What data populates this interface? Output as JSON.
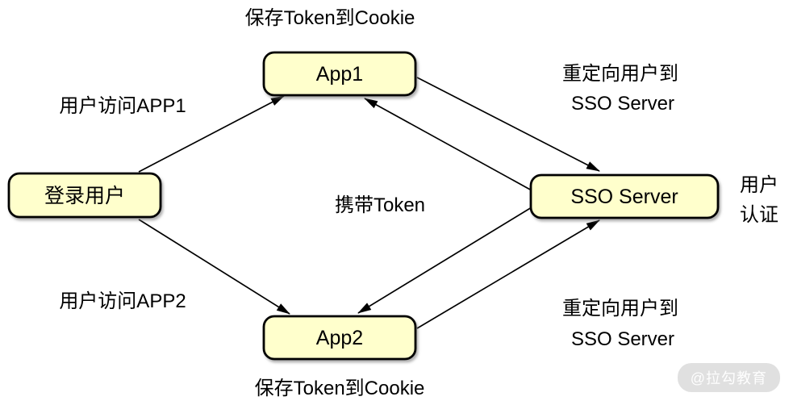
{
  "diagram": {
    "nodes": {
      "login_user": {
        "label": "登录用户"
      },
      "app1": {
        "label": "App1"
      },
      "app2": {
        "label": "App2"
      },
      "sso_server": {
        "label": "SSO Server"
      }
    },
    "labels": {
      "save_token_top": "保存Token到Cookie",
      "visit_app1": "用户访问APP1",
      "redirect_top_line1": "重定向用户到",
      "redirect_top_line2": "SSO Server",
      "carry_token": "携带Token",
      "user_auth_line1": "用户",
      "user_auth_line2": "认证",
      "visit_app2": "用户访问APP2",
      "redirect_bottom_line1": "重定向用户到",
      "redirect_bottom_line2": "SSO Server",
      "save_token_bottom": "保存Token到Cookie"
    },
    "watermark": "@拉勾教育",
    "colors": {
      "node_fill": "#FFFFCC",
      "node_border": "#000000",
      "background": "#FFFFFF",
      "line": "#000000"
    }
  }
}
